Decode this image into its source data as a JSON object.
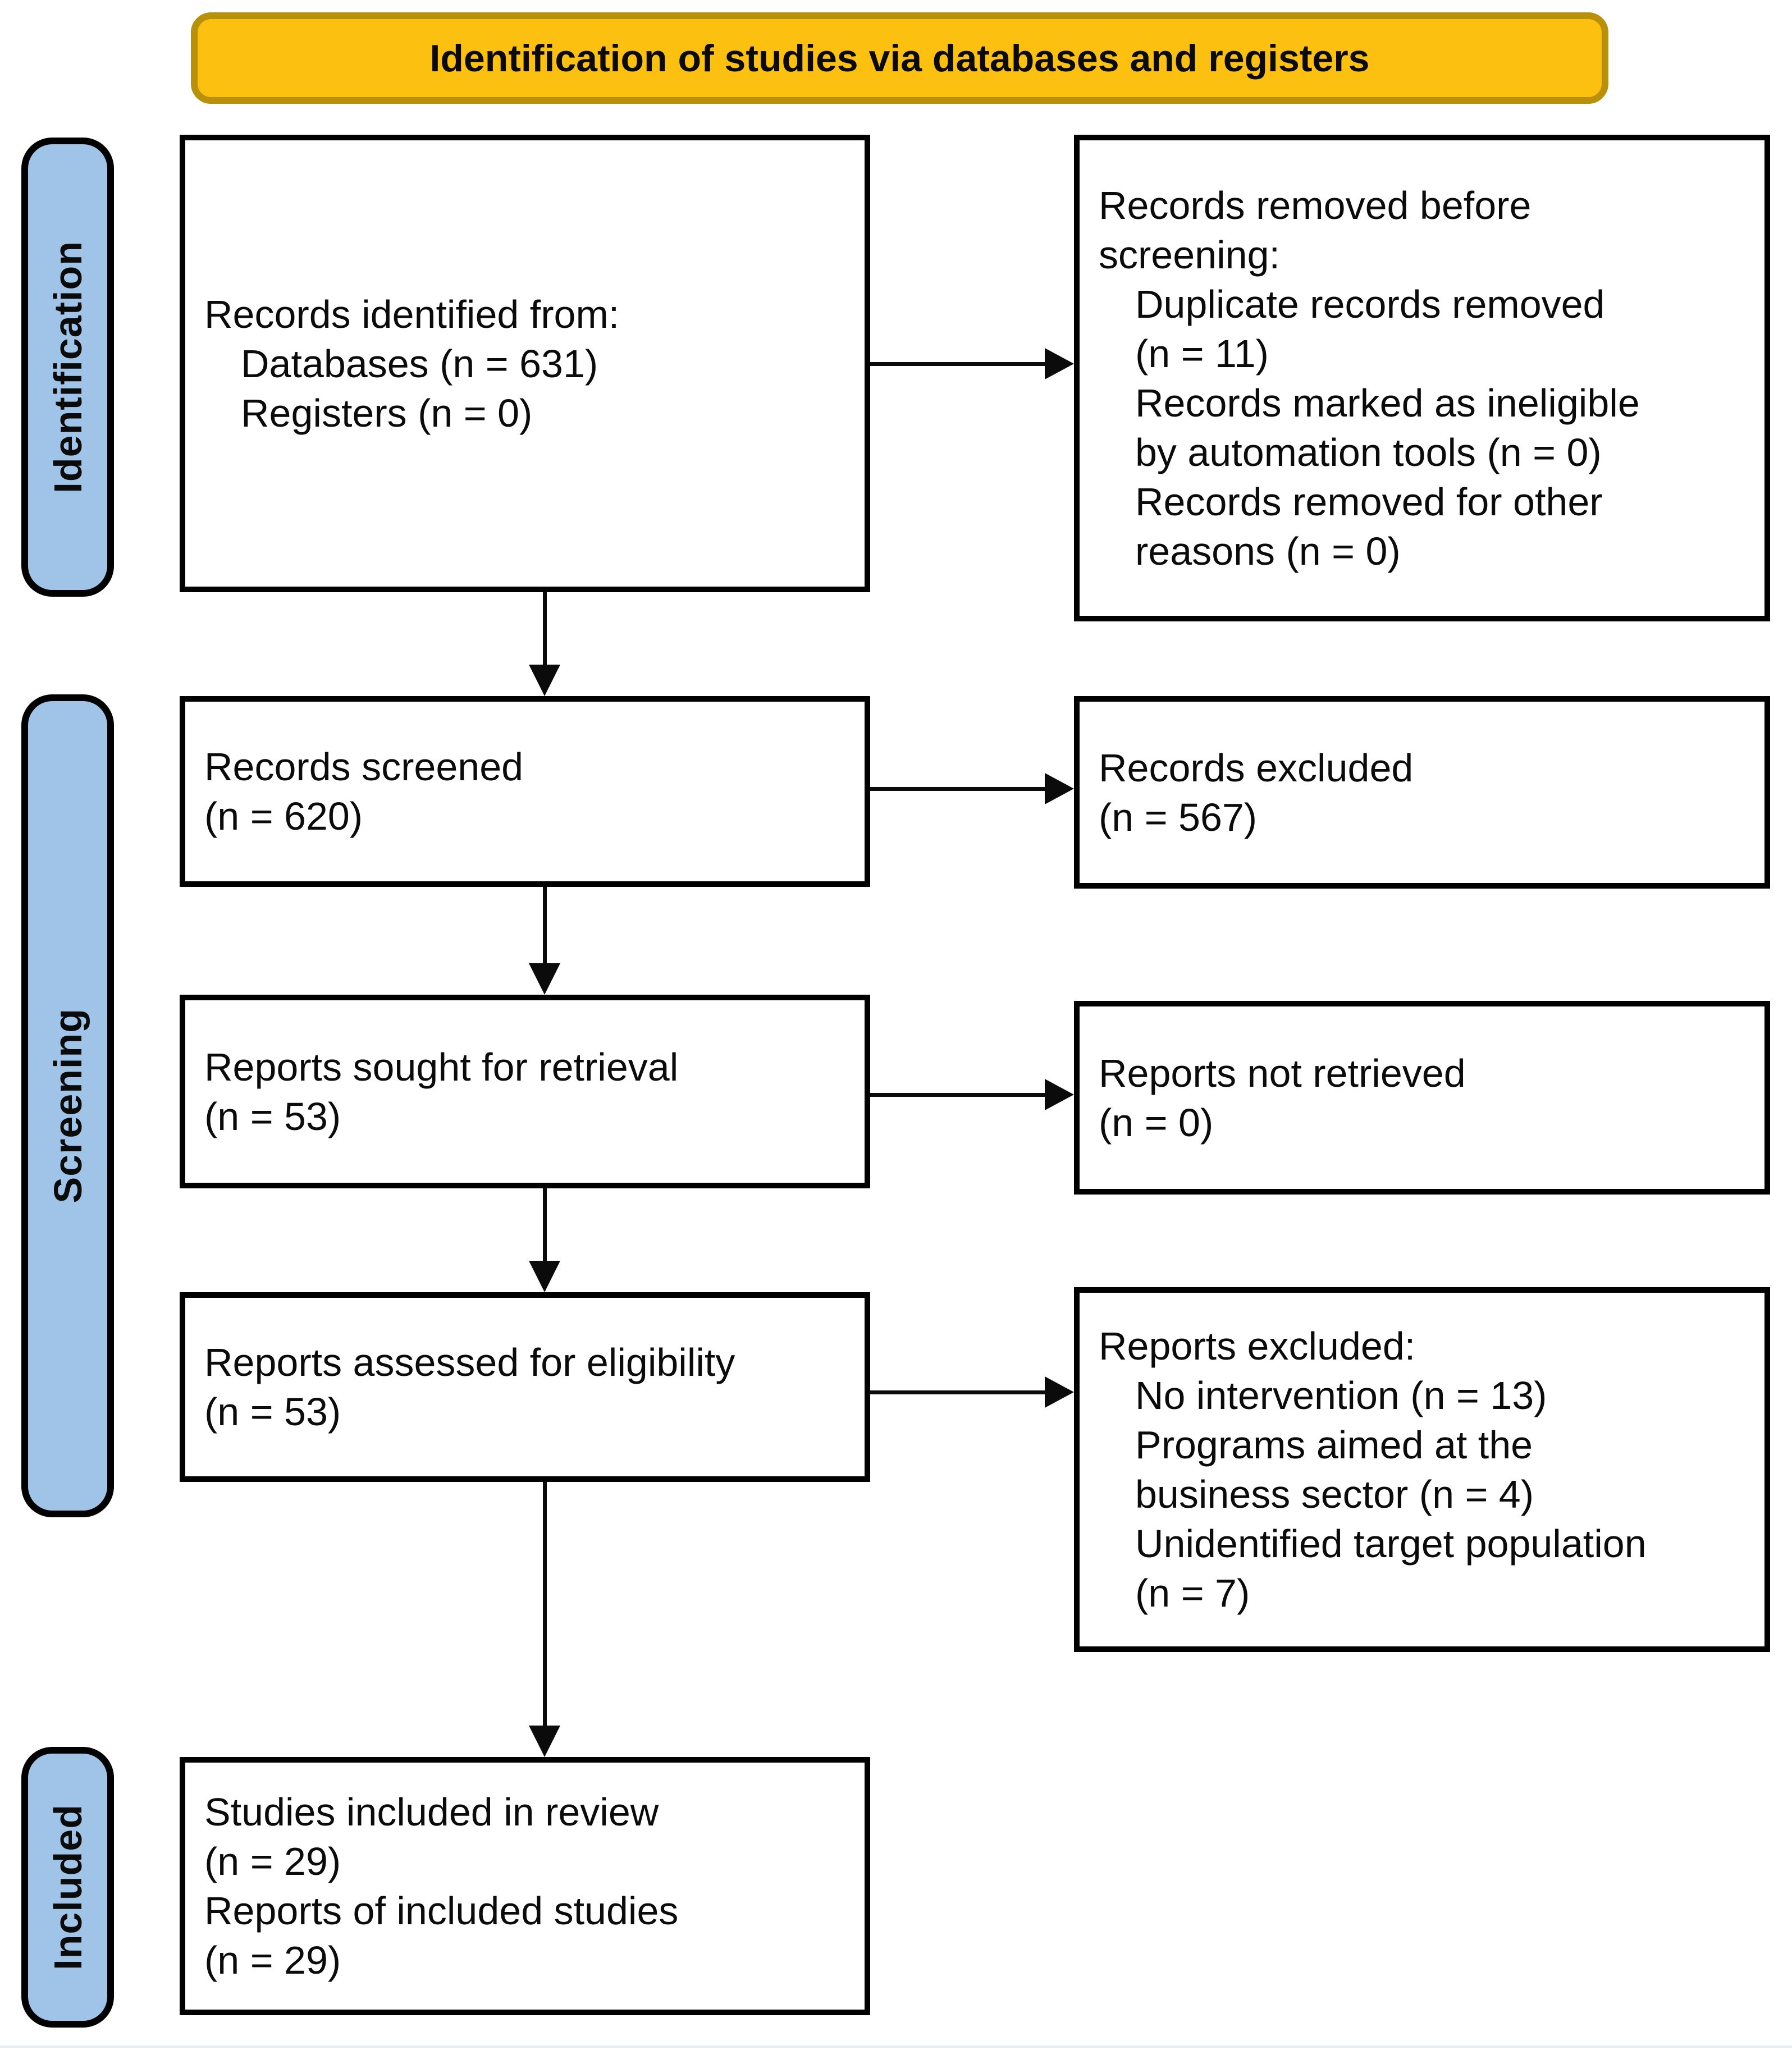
{
  "banner": {
    "label": "Identification of studies via databases and registers"
  },
  "stages": {
    "identification": "Identification",
    "screening": "Screening",
    "included": "Included"
  },
  "colors": {
    "banner_fill": "#FCC010",
    "banner_border": "#B8900A",
    "stage_fill": "#A0C4E8",
    "box_border": "#000000",
    "arrow": "#0B0B0B"
  },
  "boxes": {
    "records_identified": {
      "lines": [
        {
          "text": "Records identified from:",
          "indent": 0
        },
        {
          "text": "Databases (n = 631)",
          "indent": 1
        },
        {
          "text": "Registers (n = 0)",
          "indent": 1
        }
      ]
    },
    "records_removed": {
      "lines": [
        {
          "text": "Records removed before",
          "indent": 0
        },
        {
          "text": "screening:",
          "indent": 0
        },
        {
          "text": "Duplicate records removed",
          "indent": 1
        },
        {
          "text": "(n = 11)",
          "indent": 1
        },
        {
          "text": "Records marked as ineligible",
          "indent": 1
        },
        {
          "text": "by automation tools (n = 0)",
          "indent": 1
        },
        {
          "text": "Records removed for other",
          "indent": 1
        },
        {
          "text": "reasons (n = 0)",
          "indent": 1
        }
      ]
    },
    "records_screened": {
      "lines": [
        {
          "text": "Records screened",
          "indent": 0
        },
        {
          "text": "(n = 620)",
          "indent": 0
        }
      ]
    },
    "records_excluded": {
      "lines": [
        {
          "text": "Records excluded",
          "indent": 0
        },
        {
          "text": "(n = 567)",
          "indent": 0
        }
      ]
    },
    "reports_sought": {
      "lines": [
        {
          "text": "Reports sought for retrieval",
          "indent": 0
        },
        {
          "text": "(n = 53)",
          "indent": 0
        }
      ]
    },
    "reports_not_retrieved": {
      "lines": [
        {
          "text": "Reports not retrieved",
          "indent": 0
        },
        {
          "text": "(n = 0)",
          "indent": 0
        }
      ]
    },
    "reports_assessed": {
      "lines": [
        {
          "text": "Reports assessed for eligibility",
          "indent": 0
        },
        {
          "text": "(n = 53)",
          "indent": 0
        }
      ]
    },
    "reports_excluded": {
      "lines": [
        {
          "text": "Reports excluded:",
          "indent": 0
        },
        {
          "text": "No intervention (n = 13)",
          "indent": 1
        },
        {
          "text": "Programs aimed at the",
          "indent": 1
        },
        {
          "text": "business sector (n = 4)",
          "indent": 1
        },
        {
          "text": "Unidentified target population",
          "indent": 1
        },
        {
          "text": "(n = 7)",
          "indent": 1
        }
      ]
    },
    "studies_included": {
      "lines": [
        {
          "text": "Studies included in review",
          "indent": 0
        },
        {
          "text": "(n = 29)",
          "indent": 0
        },
        {
          "text": "Reports of included studies",
          "indent": 0
        },
        {
          "text": "(n = 29)",
          "indent": 0
        }
      ]
    }
  }
}
